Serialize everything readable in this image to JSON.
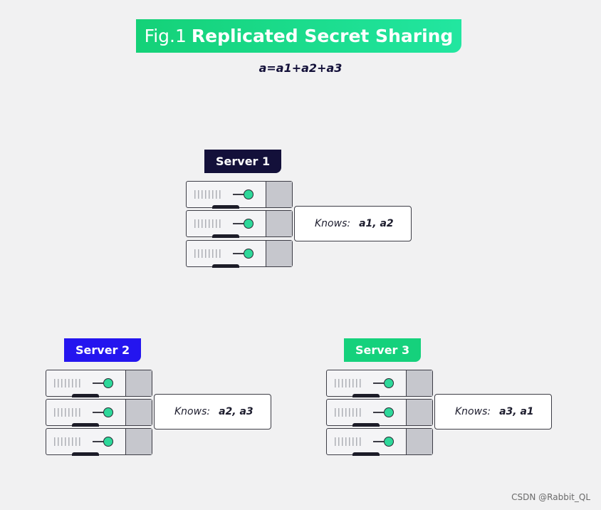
{
  "title": {
    "prefix": "Fig.1",
    "main": "Replicated Secret Sharing"
  },
  "formula": "a=a1+a2+a3",
  "colors": {
    "banner_green": "#14d178",
    "server1_label": "#13103a",
    "server2_label": "#2415ef",
    "server3_label": "#15d17c",
    "led_green": "#2ed89a"
  },
  "servers": [
    {
      "label": "Server 1",
      "knows_label": "Knows:",
      "knows_value": "a1, a2"
    },
    {
      "label": "Server 2",
      "knows_label": "Knows:",
      "knows_value": "a2, a3"
    },
    {
      "label": "Server 3",
      "knows_label": "Knows:",
      "knows_value": "a3, a1"
    }
  ],
  "icons": [
    "server-rack-icon",
    "led-indicator-icon"
  ],
  "watermark": "CSDN @Rabbit_QL"
}
